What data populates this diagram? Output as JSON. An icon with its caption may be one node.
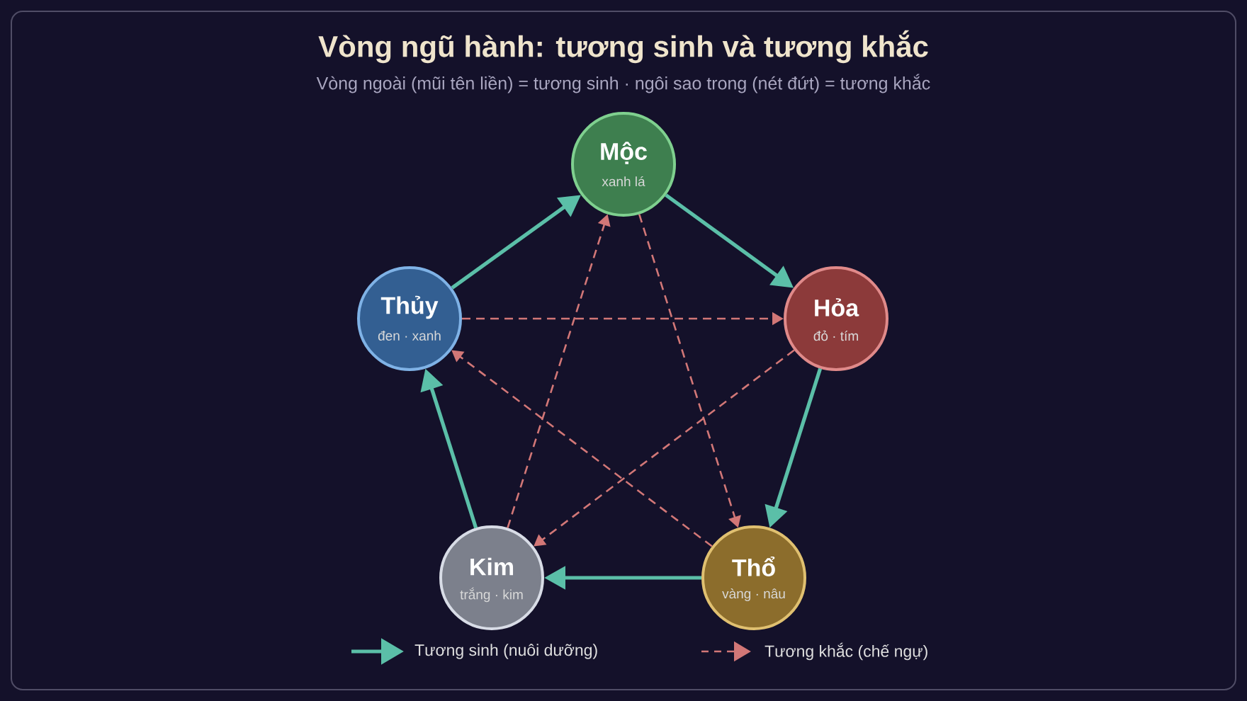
{
  "diagram": {
    "title": "Vòng ngũ hành: tương sinh và tương khắc",
    "caption": "Vòng ngoài (mũi tên liền) = tương sinh · ngôi sao trong (nét đứt) = tương khắc",
    "nodes": [
      {
        "text": [
          "Mộc",
          "xanh lá"
        ]
      },
      {
        "text": [
          "Hỏa",
          "đỏ · tím"
        ]
      },
      {
        "text": [
          "Thổ",
          "vàng · nâu"
        ]
      },
      {
        "text": [
          "Kim",
          "trắng · kim"
        ]
      },
      {
        "text": [
          "Thủy",
          "đen · xanh"
        ]
      }
    ],
    "edges": [
      {
        "from": 0,
        "to": 1,
        "arrow": "to"
      },
      {
        "from": 1,
        "to": 2,
        "arrow": "to"
      },
      {
        "from": 2,
        "to": 3,
        "arrow": "to"
      },
      {
        "from": 3,
        "to": 4,
        "arrow": "to"
      },
      {
        "from": 4,
        "to": 0,
        "arrow": "to"
      },
      {
        "from": 0,
        "to": 2,
        "arrow": "to",
        "style": "dashed",
        "color": "#d27777"
      },
      {
        "from": 2,
        "to": 4,
        "arrow": "to",
        "style": "dashed",
        "color": "#d27777"
      },
      {
        "from": 4,
        "to": 1,
        "arrow": "to",
        "style": "dashed",
        "color": "#d27777"
      },
      {
        "from": 1,
        "to": 3,
        "arrow": "to",
        "style": "dashed",
        "color": "#d27777"
      },
      {
        "from": 3,
        "to": 0,
        "arrow": "to",
        "style": "dashed",
        "color": "#d27777"
      }
    ],
    "legend": [
      {
        "text": "Tương sinh (nuôi dưỡng)"
      },
      {
        "text": "Tương khắc (chế ngự)"
      }
    ]
  }
}
